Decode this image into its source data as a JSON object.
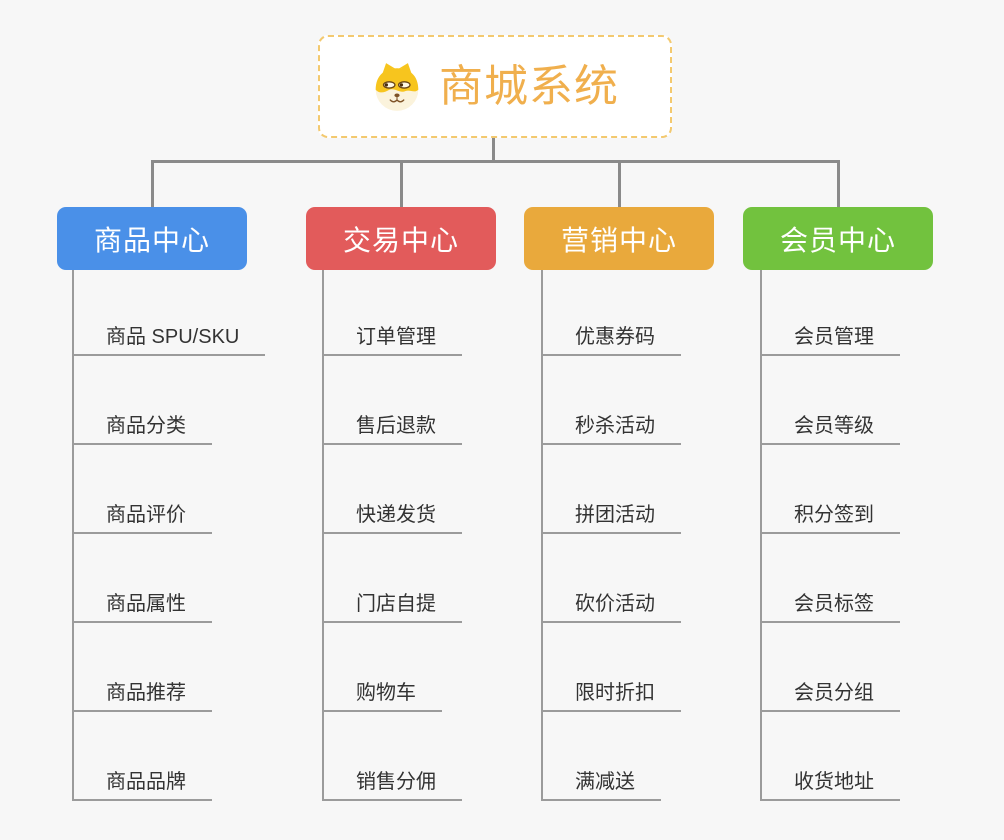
{
  "root": {
    "title": "商城系统",
    "accent_color": "#F0AF4D",
    "border_color": "#F3C96F",
    "icon": "dog-icon"
  },
  "branches": [
    {
      "title": "商品中心",
      "color": "#4A90E8",
      "items": [
        "商品 SPU/SKU",
        "商品分类",
        "商品评价",
        "商品属性",
        "商品推荐",
        "商品品牌"
      ]
    },
    {
      "title": "交易中心",
      "color": "#E25B5B",
      "items": [
        "订单管理",
        "售后退款",
        "快递发货",
        "门店自提",
        "购物车",
        "销售分佣"
      ]
    },
    {
      "title": "营销中心",
      "color": "#E9A93C",
      "items": [
        "优惠券码",
        "秒杀活动",
        "拼团活动",
        "砍价活动",
        "限时折扣",
        "满减送"
      ]
    },
    {
      "title": "会员中心",
      "color": "#72C23E",
      "items": [
        "会员管理",
        "会员等级",
        "积分签到",
        "会员标签",
        "会员分组",
        "收货地址"
      ]
    }
  ],
  "colors": {
    "background": "#F7F7F7",
    "connector": "#8A8A8A",
    "underline": "#9B9B9B",
    "leaf_text": "#333333",
    "node_text": "#FFFFFF"
  }
}
